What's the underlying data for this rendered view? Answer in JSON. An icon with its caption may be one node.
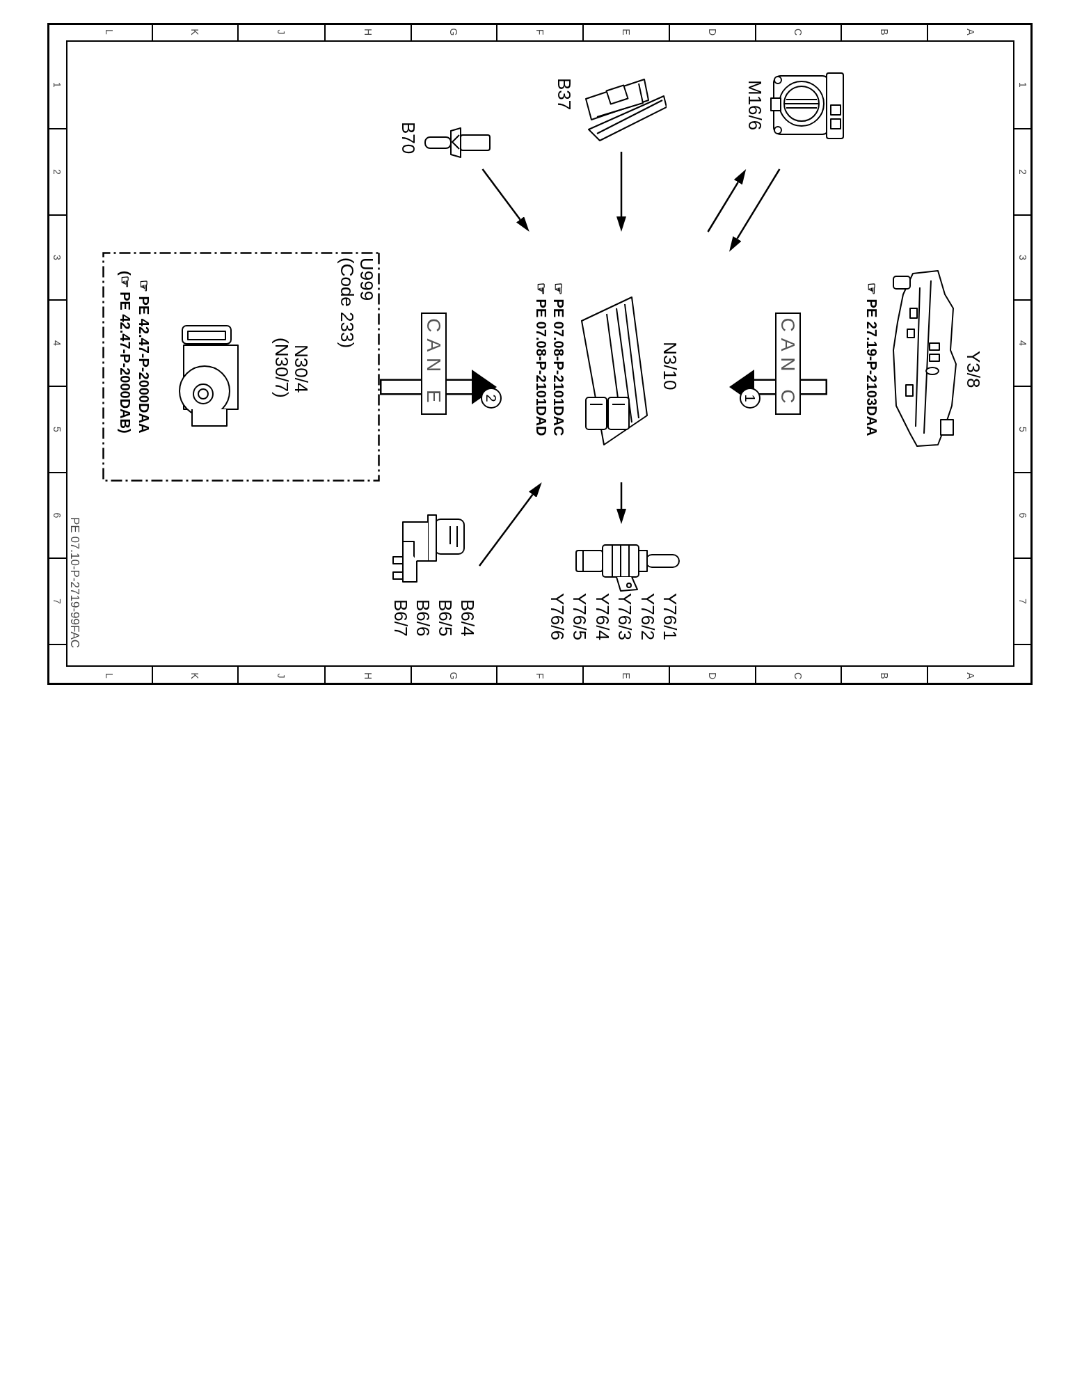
{
  "diagram": {
    "nodes": [
      {
        "text": [
          "M16/6"
        ]
      },
      {
        "text": [
          "B37"
        ]
      },
      {
        "text": [
          "B70"
        ]
      },
      {
        "text": [
          "Y3/8",
          "☞ PE 27.19-P-2103DAA"
        ]
      },
      {
        "text": [
          "N3/10",
          "☞ PE 07.08-P-2101DAC",
          "☞ PE 07.08-P-2101DAD"
        ]
      },
      {
        "text": [
          "U999",
          "(Code 233)"
        ]
      },
      {
        "text": [
          "N30/4",
          "(N30/7)",
          "☞ PE 42.47-P-2000DAA",
          "(☞ PE 42.47-P-2000DAB)"
        ],
        "in": 5
      },
      {
        "text": [
          "B6/4",
          "B6/5",
          "B6/6",
          "B6/7"
        ]
      },
      {
        "text": [
          "Y76/1",
          "Y76/2",
          "Y76/3",
          "Y76/4",
          "Y76/5",
          "Y76/6"
        ]
      }
    ],
    "edges": [
      {
        "from": 4,
        "to": 0,
        "arrow": "to"
      },
      {
        "from": 0,
        "to": 4,
        "arrow": "to"
      },
      {
        "from": 1,
        "to": 4,
        "arrow": "to"
      },
      {
        "from": 2,
        "to": 4,
        "arrow": "to"
      },
      {
        "from": 3,
        "to": 4,
        "arrow": "to",
        "label": "CAN C",
        "style": "thick"
      },
      {
        "from": 5,
        "to": 4,
        "arrow": "to",
        "label": "CAN E",
        "style": "thick"
      },
      {
        "from": 7,
        "to": 4,
        "arrow": "to"
      },
      {
        "from": 4,
        "to": 8,
        "arrow": "to"
      }
    ],
    "labels": [
      "A",
      "B",
      "C",
      "D",
      "E",
      "F",
      "G",
      "H",
      "J",
      "K",
      "L",
      "A",
      "B",
      "C",
      "D",
      "E",
      "F",
      "G",
      "H",
      "J",
      "K",
      "L",
      "1",
      "2",
      "3",
      "4",
      "5",
      "6",
      "7",
      "1",
      "2",
      "3",
      "4",
      "5",
      "6",
      "7",
      "1",
      "2",
      "PE 07.10-P-2719-99FAC"
    ]
  }
}
